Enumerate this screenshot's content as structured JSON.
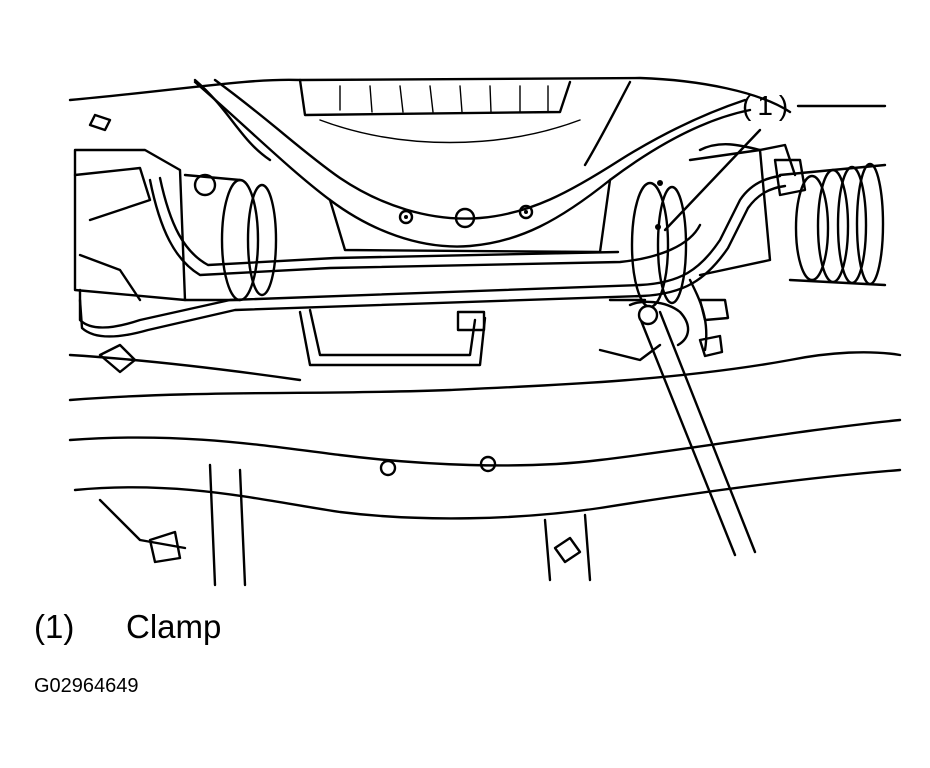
{
  "figure": {
    "callout": "(1)",
    "legend": [
      {
        "number": "(1)",
        "label": "Clamp"
      }
    ],
    "figure_id": "G02964649"
  }
}
